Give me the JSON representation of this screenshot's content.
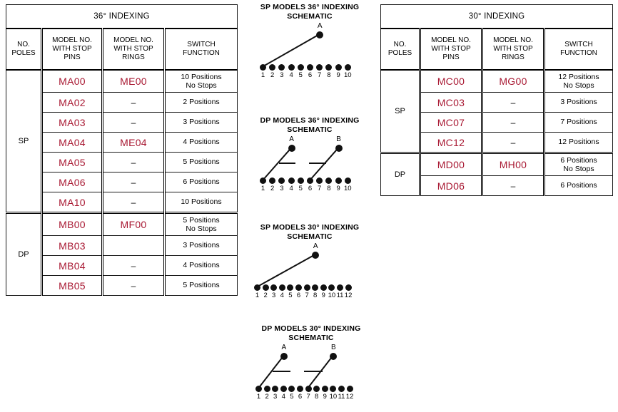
{
  "tables": [
    {
      "id": "table-36",
      "title": "36° INDEXING",
      "columns": [
        "NO.\nPOLES",
        "MODEL NO.\nWITH STOP\nPINS",
        "MODEL NO.\nWITH STOP\nRINGS",
        "SWITCH\nFUNCTION"
      ],
      "col_lines": [
        "NO.|POLES",
        "MODEL NO.|WITH STOP|PINS",
        "MODEL NO.|WITH STOP|RINGS",
        "SWITCH|FUNCTION"
      ],
      "groups": [
        {
          "poles": "SP",
          "rows": [
            {
              "pins": "MA00",
              "rings": "ME00",
              "function": "10 Positions\nNo Stops",
              "function_lines": [
                "10 Positions",
                "No Stops"
              ],
              "tall": true
            },
            {
              "pins": "MA02",
              "rings": "–",
              "function": "2 Positions",
              "function_lines": [
                "2 Positions"
              ],
              "tall": false
            },
            {
              "pins": "MA03",
              "rings": "–",
              "function": "3 Positions",
              "function_lines": [
                "3 Positions"
              ],
              "tall": false
            },
            {
              "pins": "MA04",
              "rings": "ME04",
              "function": "4 Positions",
              "function_lines": [
                "4 Positions"
              ],
              "tall": false
            },
            {
              "pins": "MA05",
              "rings": "–",
              "function": "5 Positions",
              "function_lines": [
                "5 Positions"
              ],
              "tall": false
            },
            {
              "pins": "MA06",
              "rings": "–",
              "function": "6 Positions",
              "function_lines": [
                "6 Positions"
              ],
              "tall": false
            },
            {
              "pins": "MA10",
              "rings": "–",
              "function": "10 Positions",
              "function_lines": [
                "10 Positions"
              ],
              "tall": false
            }
          ]
        },
        {
          "poles": "DP",
          "rows": [
            {
              "pins": "MB00",
              "rings": "MF00",
              "function": "5 Positions\nNo Stops",
              "function_lines": [
                "5 Positions",
                "No Stops"
              ],
              "tall": true
            },
            {
              "pins": "MB03",
              "rings": "",
              "function": "3 Positions",
              "function_lines": [
                "3 Positions"
              ],
              "tall": false
            },
            {
              "pins": "MB04",
              "rings": "–",
              "function": "4 Positions",
              "function_lines": [
                "4 Positions"
              ],
              "tall": false
            },
            {
              "pins": "MB05",
              "rings": "–",
              "function": "5 Positions",
              "function_lines": [
                "5 Positions"
              ],
              "tall": false
            }
          ]
        }
      ]
    },
    {
      "id": "table-30",
      "title": "30° INDEXING",
      "columns": [
        "NO.\nPOLES",
        "MODEL NO.\nWITH STOP\nPINS",
        "MODEL NO.\nWITH STOP\nRINGS",
        "SWITCH\nFUNCTION"
      ],
      "col_lines": [
        "NO.|POLES",
        "MODEL NO.|WITH STOP|PINS",
        "MODEL NO.|WITH STOP|RINGS",
        "SWITCH|FUNCTION"
      ],
      "groups": [
        {
          "poles": "SP",
          "rows": [
            {
              "pins": "MC00",
              "rings": "MG00",
              "function": "12 Positions\nNo Stops",
              "function_lines": [
                "12 Positions",
                "No Stops"
              ],
              "tall": true
            },
            {
              "pins": "MC03",
              "rings": "–",
              "function": "3 Positions",
              "function_lines": [
                "3 Positions"
              ],
              "tall": false
            },
            {
              "pins": "MC07",
              "rings": "–",
              "function": "7 Positions",
              "function_lines": [
                "7 Positions"
              ],
              "tall": false
            },
            {
              "pins": "MC12",
              "rings": "–",
              "function": "12 Positions",
              "function_lines": [
                "12 Positions"
              ],
              "tall": false
            }
          ]
        },
        {
          "poles": "DP",
          "rows": [
            {
              "pins": "MD00",
              "rings": "MH00",
              "function": "6 Positions\nNo Stops",
              "function_lines": [
                "6 Positions",
                "No Stops"
              ],
              "tall": true
            },
            {
              "pins": "MD06",
              "rings": "–",
              "function": "6 Positions",
              "function_lines": [
                "6 Positions"
              ],
              "tall": false
            }
          ]
        }
      ]
    }
  ],
  "schematics": [
    {
      "id": "schematic-sp-36",
      "title_lines": [
        "SP MODELS 36° INDEXING",
        "SCHEMATIC"
      ],
      "terminals": [
        "1",
        "2",
        "3",
        "4",
        "5",
        "6",
        "7",
        "8",
        "9",
        "10"
      ],
      "wipers": [
        {
          "label": "A",
          "connects_to_terminal": 1,
          "x_index": 6
        }
      ],
      "ganged": false
    },
    {
      "id": "schematic-dp-36",
      "title_lines": [
        "DP MODELS 36° INDEXING",
        "SCHEMATIC"
      ],
      "terminals": [
        "1",
        "2",
        "3",
        "4",
        "5",
        "6",
        "7",
        "8",
        "9",
        "10"
      ],
      "wipers": [
        {
          "label": "A",
          "connects_to_terminal": 1,
          "x_index": 3
        },
        {
          "label": "B",
          "connects_to_terminal": 6,
          "x_index": 8
        }
      ],
      "ganged": true
    },
    {
      "id": "schematic-sp-30",
      "title_lines": [
        "SP MODELS 30° INDEXING",
        "SCHEMATIC"
      ],
      "terminals": [
        "1",
        "2",
        "3",
        "4",
        "5",
        "6",
        "7",
        "8",
        "9",
        "10",
        "11",
        "12"
      ],
      "wipers": [
        {
          "label": "A",
          "connects_to_terminal": 1,
          "x_index": 7
        }
      ],
      "ganged": false
    },
    {
      "id": "schematic-dp-30",
      "title_lines": [
        "DP MODELS 30° INDEXING",
        "SCHEMATIC"
      ],
      "terminals": [
        "1",
        "2",
        "3",
        "4",
        "5",
        "6",
        "7",
        "8",
        "9",
        "10",
        "11",
        "12"
      ],
      "wipers": [
        {
          "label": "A",
          "connects_to_terminal": 1,
          "x_index": 3
        },
        {
          "label": "B",
          "connects_to_terminal": 7,
          "x_index": 9
        }
      ],
      "ganged": true
    }
  ],
  "colors": {
    "model_number": "#A81832",
    "rule": "#1a1a1a",
    "dot": "#111111",
    "background": "#ffffff"
  }
}
